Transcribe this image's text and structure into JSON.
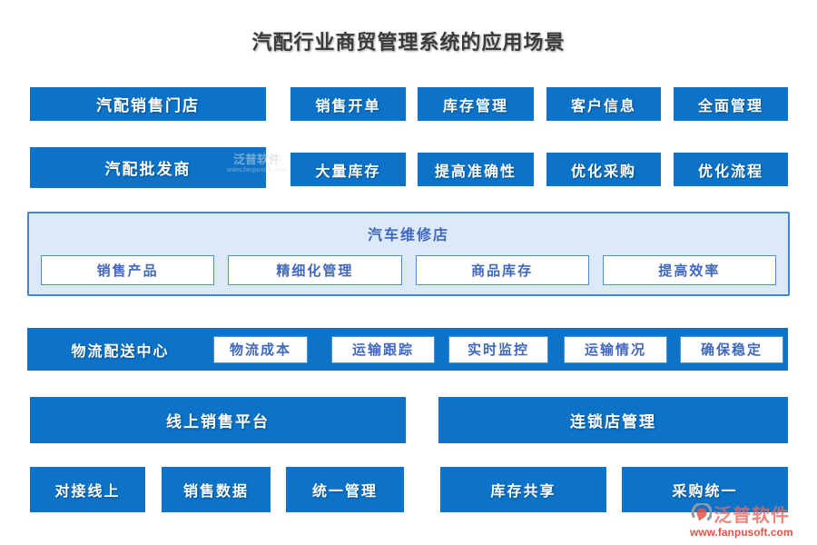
{
  "title": "汽配行业商贸管理系统的应用场景",
  "colors": {
    "primary_blue": "#0d73c8",
    "panel_bg": "#dce9f8",
    "panel_border": "#3f87d2",
    "accent_blue_text": "#4168c0",
    "brand_red": "#e0554a",
    "title_gray": "#3b3b3b"
  },
  "rows": {
    "retail": {
      "main": "汽配销售门店",
      "items": [
        "销售开单",
        "库存管理",
        "客户信息",
        "全面管理"
      ]
    },
    "wholesale": {
      "main": "汽配批发商",
      "items": [
        "大量库存",
        "提高准确性",
        "优化采购",
        "优化流程"
      ]
    },
    "repair": {
      "title": "汽车维修店",
      "items": [
        "销售产品",
        "精细化管理",
        "商品库存",
        "提高效率"
      ]
    },
    "logistics": {
      "title": "物流配送中心",
      "items": [
        "物流成本",
        "运输跟踪",
        "实时监控",
        "运输情况",
        "确保稳定"
      ]
    },
    "platforms": {
      "items": [
        "线上销售平台",
        "连锁店管理"
      ]
    },
    "features": {
      "items": [
        "对接线上",
        "销售数据",
        "统一管理",
        "库存共享",
        "采购统一"
      ]
    }
  },
  "watermark": {
    "text": "泛普软件",
    "subtext": "www.fanpusoft.com"
  },
  "brand": {
    "name": "泛普软件",
    "url": "www.fanpusoft.com"
  }
}
